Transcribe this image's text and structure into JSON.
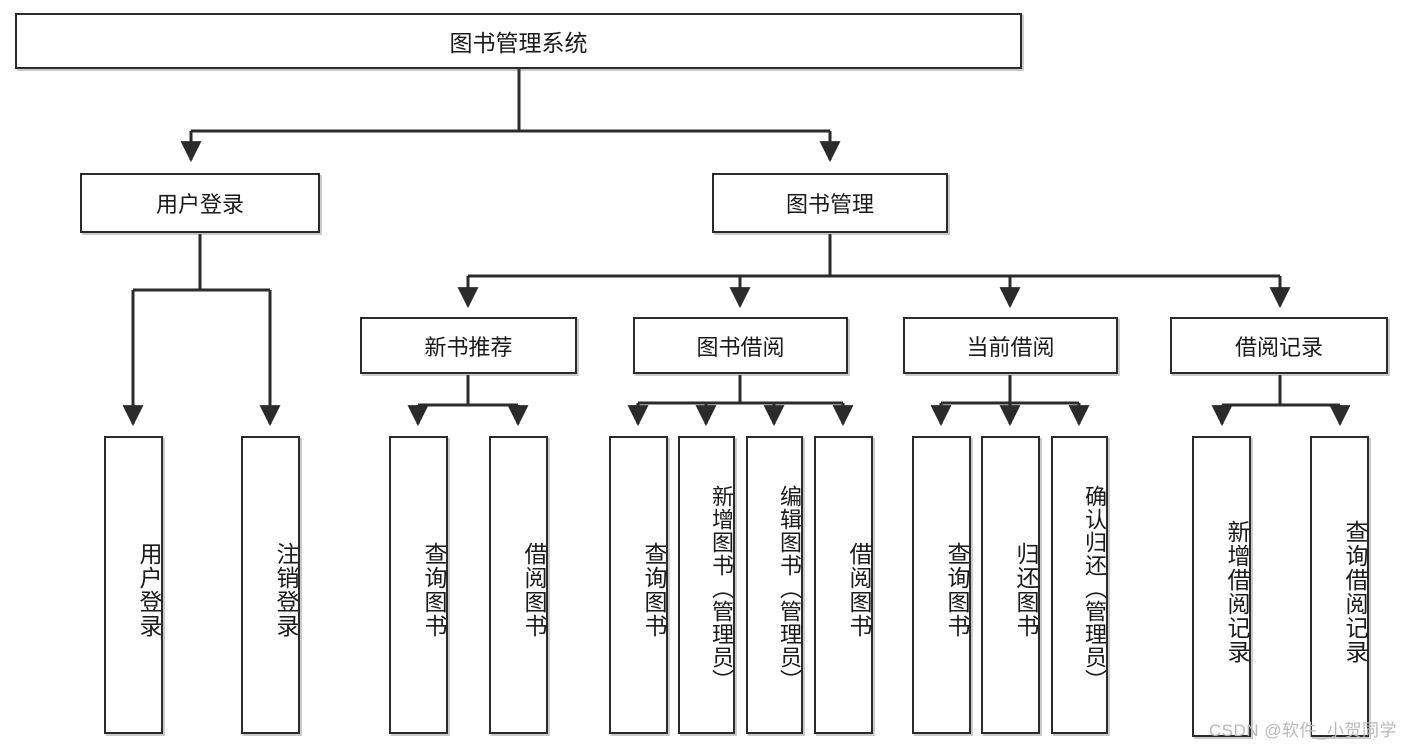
{
  "diagram": {
    "title": "图书管理系统",
    "type": "tree",
    "watermark": "CSDN @软件_小贺同学",
    "colors": {
      "box_border": "#2b2b2b",
      "box_fill": "#ffffff",
      "connector": "#2b2b2b",
      "text": "#1a1a1a",
      "watermark": "#b9b9b9"
    },
    "nodes": {
      "root": {
        "label": "图书管理系统"
      },
      "level2": [
        {
          "id": "user-login",
          "label": "用户登录"
        },
        {
          "id": "book-manage",
          "label": "图书管理"
        }
      ],
      "level3": [
        {
          "id": "new-book-rec",
          "label": "新书推荐"
        },
        {
          "id": "book-borrow",
          "label": "图书借阅"
        },
        {
          "id": "current-borrow",
          "label": "当前借阅"
        },
        {
          "id": "borrow-record",
          "label": "借阅记录"
        }
      ],
      "leaves": [
        {
          "id": "leaf-user-login",
          "label": "用户登录",
          "parent": "user-login"
        },
        {
          "id": "leaf-logout",
          "label": "注销登录",
          "parent": "user-login"
        },
        {
          "id": "leaf-query-book-1",
          "label": "查询图书",
          "parent": "new-book-rec"
        },
        {
          "id": "leaf-borrow-book-1",
          "label": "借阅图书",
          "parent": "new-book-rec"
        },
        {
          "id": "leaf-query-book-2",
          "label": "查询图书",
          "parent": "book-borrow"
        },
        {
          "id": "leaf-add-book",
          "label": "新增图书（管理员）",
          "parent": "book-borrow"
        },
        {
          "id": "leaf-edit-book",
          "label": "编辑图书（管理员）",
          "parent": "book-borrow"
        },
        {
          "id": "leaf-borrow-book-2",
          "label": "借阅图书",
          "parent": "book-borrow"
        },
        {
          "id": "leaf-query-book-3",
          "label": "查询图书",
          "parent": "current-borrow"
        },
        {
          "id": "leaf-return-book",
          "label": "归还图书",
          "parent": "current-borrow"
        },
        {
          "id": "leaf-confirm-return",
          "label": "确认归还（管理员）",
          "parent": "current-borrow"
        },
        {
          "id": "leaf-add-record",
          "label": "新增借阅记录",
          "parent": "borrow-record"
        },
        {
          "id": "leaf-query-record",
          "label": "查询借阅记录",
          "parent": "borrow-record"
        }
      ]
    }
  }
}
